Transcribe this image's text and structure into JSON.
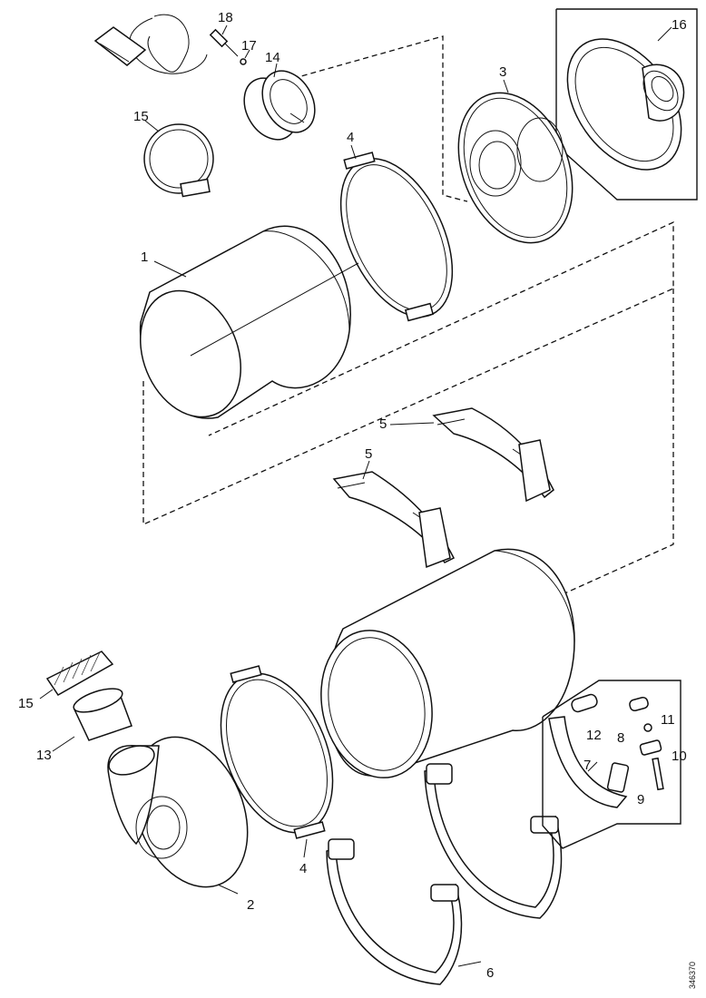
{
  "diagram": {
    "labels": {
      "l1": "1",
      "l2": "2",
      "l3": "3",
      "l4a": "4",
      "l4b": "4",
      "l5a": "5",
      "l5b": "5",
      "l6": "6",
      "l7": "7",
      "l8": "8",
      "l9": "9",
      "l10": "10",
      "l11": "11",
      "l12": "12",
      "l13": "13",
      "l14": "14",
      "l15a": "15",
      "l15b": "15",
      "l16": "16",
      "l17": "17",
      "l18": "18"
    },
    "drawing_code": "346370"
  }
}
